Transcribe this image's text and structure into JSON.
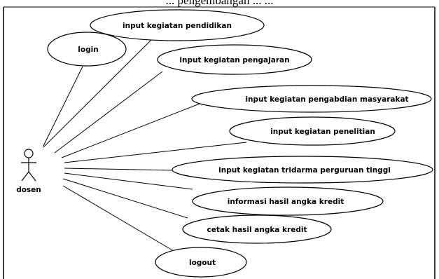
{
  "caption": "... pengembangan ... ...",
  "actor": {
    "label": "dosen"
  },
  "use_cases": [
    {
      "id": "pendidikan",
      "label": "input kegiatan pendidikan"
    },
    {
      "id": "login",
      "label": "login"
    },
    {
      "id": "pengajaran",
      "label": "input kegiatan pengajaran"
    },
    {
      "id": "pengabdian",
      "label": "input kegiatan pengabdian masyarakat"
    },
    {
      "id": "penelitian",
      "label": "input kegiatan penelitian"
    },
    {
      "id": "tridarma",
      "label": "input kegiatan tridarma perguruan tinggi"
    },
    {
      "id": "informasi",
      "label": "informasi hasil angka kredit"
    },
    {
      "id": "cetak",
      "label": "cetak hasil angka kredit"
    },
    {
      "id": "logout",
      "label": "logout"
    }
  ]
}
